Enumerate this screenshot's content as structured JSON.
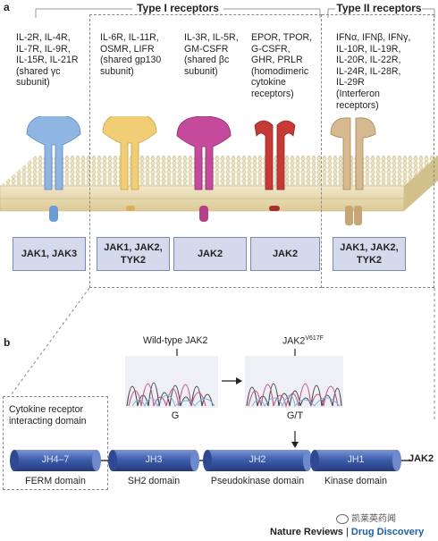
{
  "panel_a": {
    "letter": "a",
    "type1_title": "Type I receptors",
    "type2_title": "Type II receptors",
    "receptor_groups": [
      {
        "text": "IL-2R, IL-4R,\nIL-7R, IL-9R,\nIL-15R, IL-21R\n(shared γc\nsubunit)",
        "color": "#8fb6e3",
        "jak": "JAK1, JAK3"
      },
      {
        "text": "IL-6R, IL-11R,\nOSMR, LIFR\n(shared gp130\nsubunit)",
        "color": "#f1cd75",
        "jak": "JAK1, JAK2,\nTYK2"
      },
      {
        "text": "IL-3R, IL-5R,\nGM-CSFR\n(shared βc\nsubunit)",
        "color": "#c54a9b",
        "jak": "JAK2"
      },
      {
        "text": "EPOR, TPOR,\nG-CSFR,\nGHR, PRLR\n(homodimeric\ncytokine\nreceptors)",
        "color": "#c63a36",
        "jak": "JAK2"
      },
      {
        "text": "IFNα, IFNβ, IFNγ,\nIL-10R, IL-19R,\nIL-20R, IL-22R,\nIL-24R, IL-28R,\nIL-29R\n(Interferon\nreceptors)",
        "color": "#d7b98f",
        "jak": "JAK1, JAK2,\nTYK2"
      }
    ]
  },
  "panel_b": {
    "letter": "b",
    "wildtype_label": "Wild-type JAK2",
    "mutant_label_main": "JAK2",
    "mutant_label_sup": "V617F",
    "wildtype_base": "G",
    "mutant_base": "G/T",
    "cytokine_box_label": "Cytokine receptor\ninteracting domain",
    "protein_name": "JAK2",
    "domains": [
      {
        "name": "JH4–7",
        "label": "FERM domain"
      },
      {
        "name": "JH3",
        "label": "SH2 domain"
      },
      {
        "name": "JH2",
        "label": "Pseudokinase domain"
      },
      {
        "name": "JH1",
        "label": "Kinase domain"
      }
    ]
  },
  "footer": {
    "journal": "Nature Reviews",
    "separator": " | ",
    "subjournal": "Drug Discovery",
    "watermark": "凯莱英药闻"
  },
  "colors": {
    "brand_blue": "#1d5fa8",
    "membrane_top": "#f4ecd0",
    "membrane_body": "#e6d9ac",
    "domain_cylinder": "#3f5fae",
    "jak_box_fill": "#d5d9ec"
  }
}
